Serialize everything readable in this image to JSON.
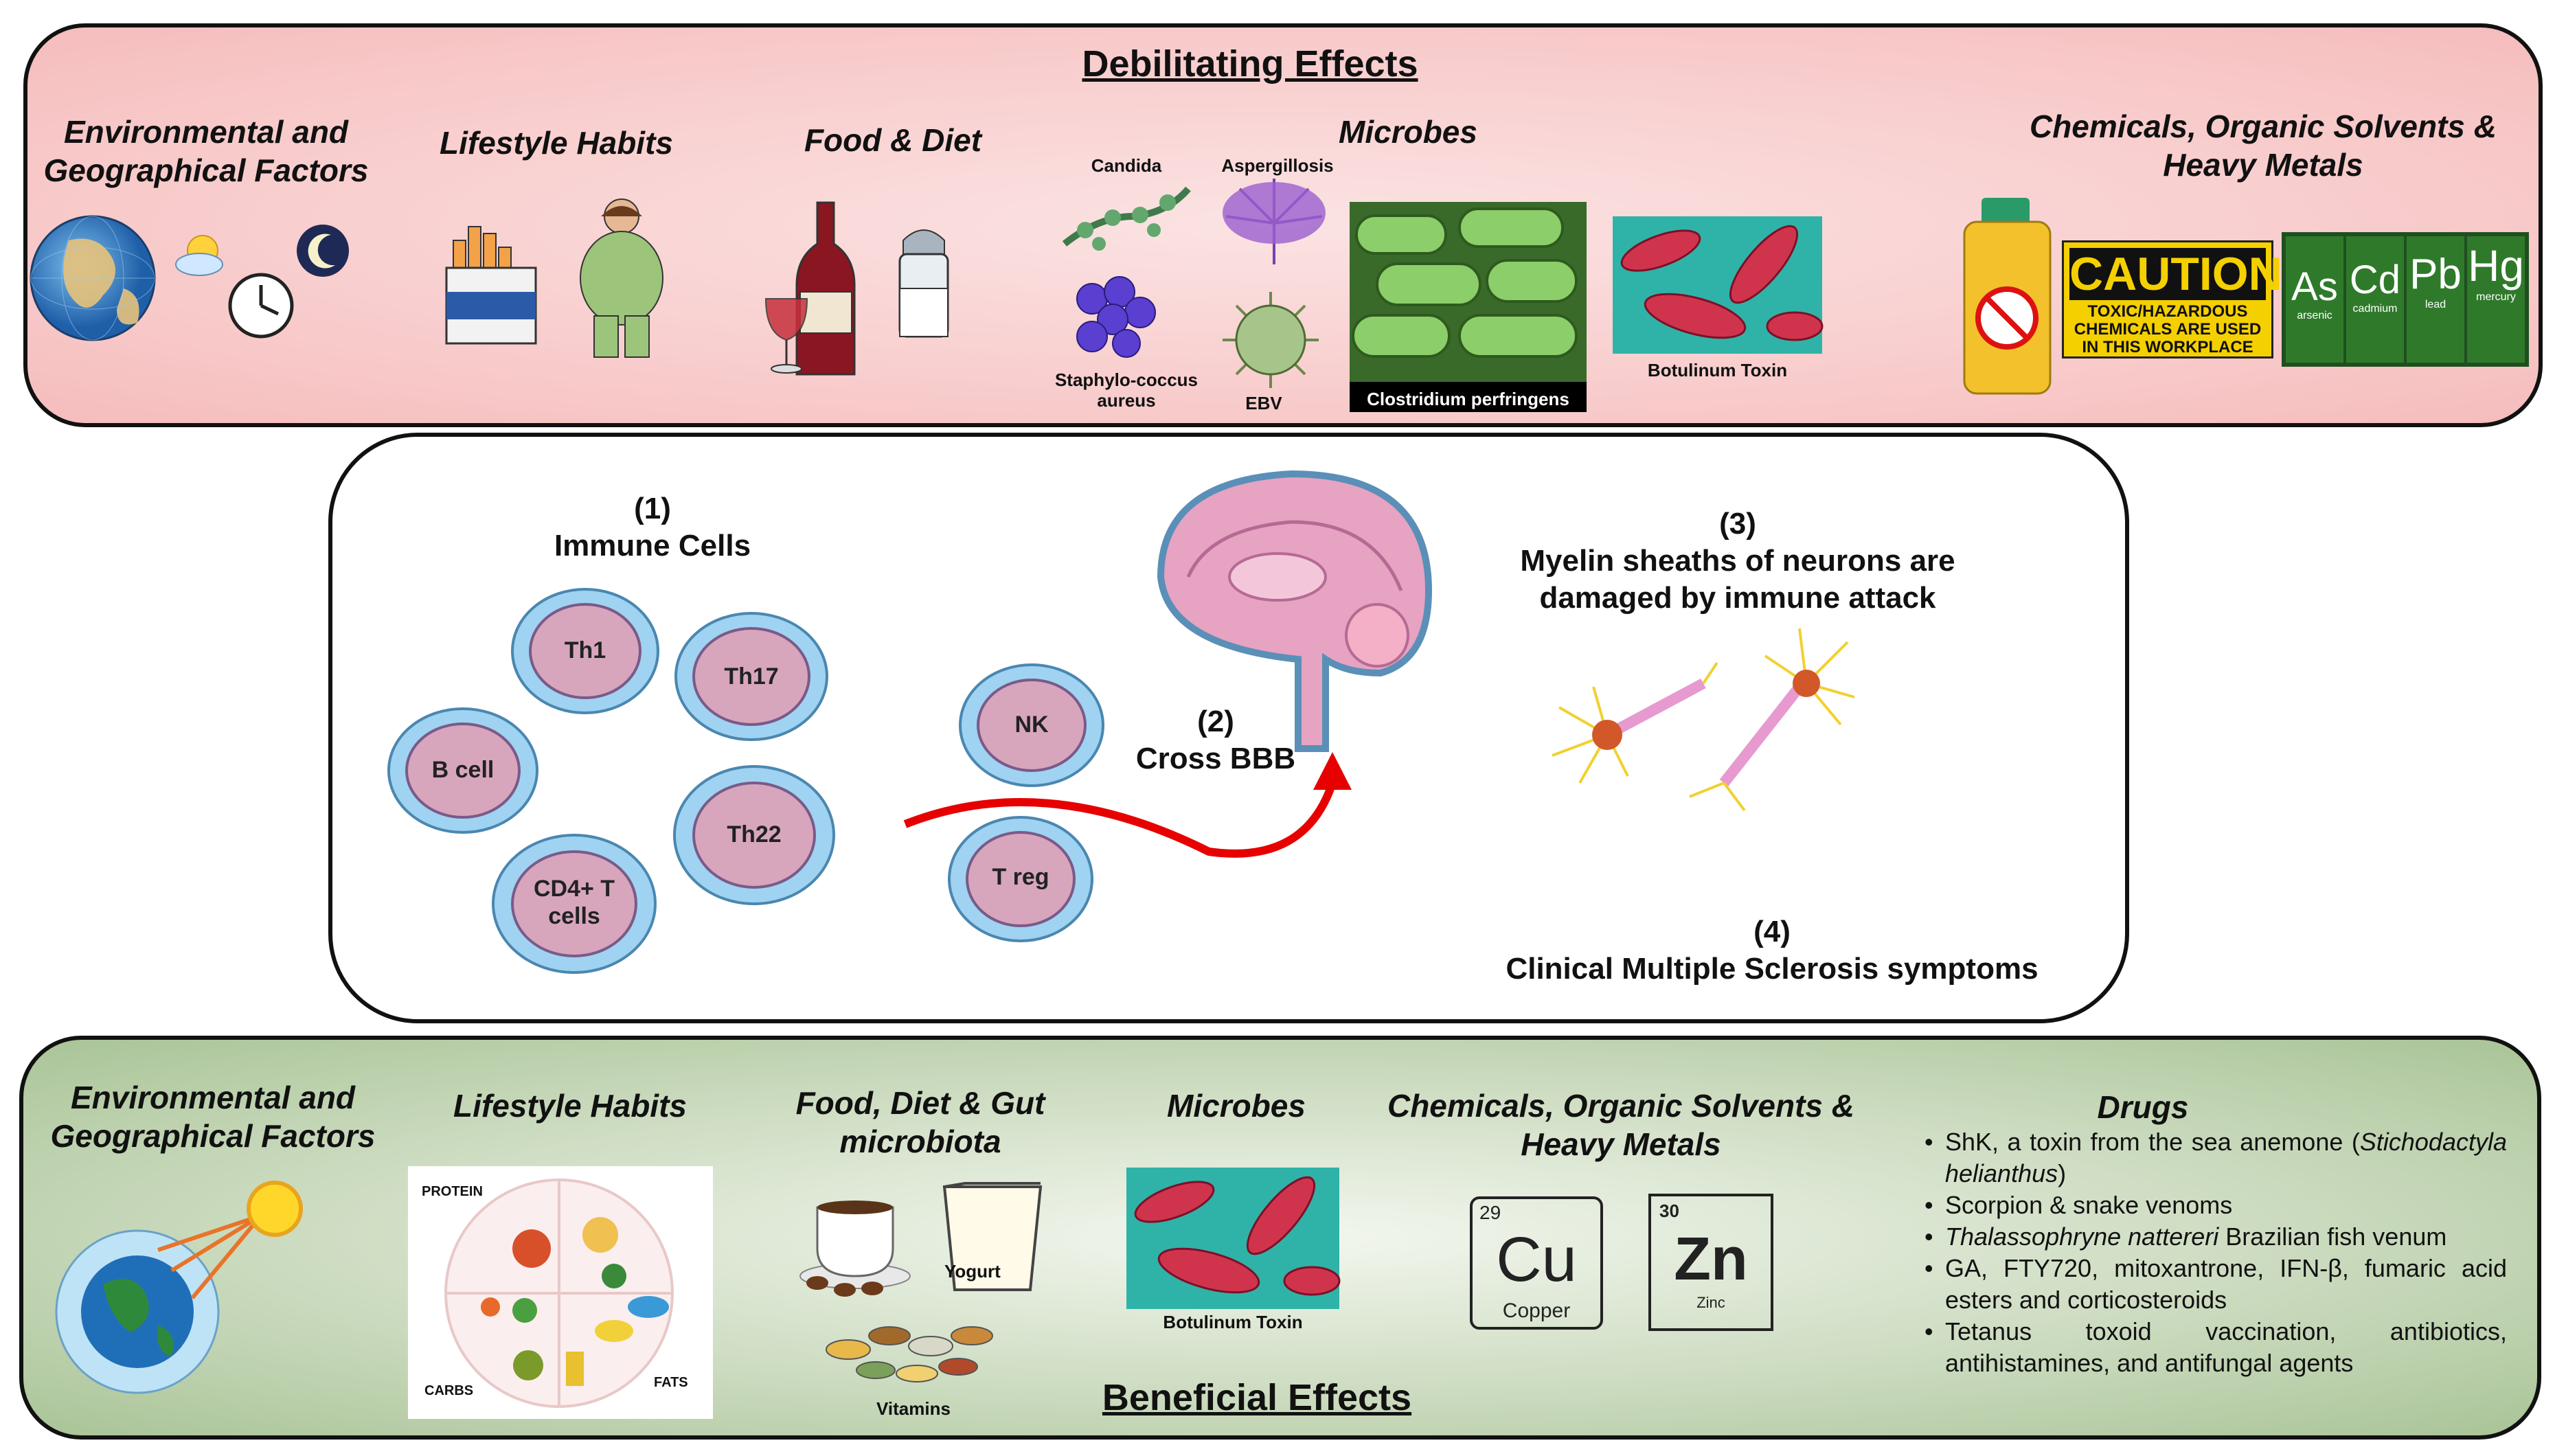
{
  "top": {
    "title": "Debilitating Effects",
    "env_header": "Environmental and Geographical  Factors",
    "lifestyle_header": "Lifestyle Habits",
    "food_header": "Food & Diet",
    "microbes_header": "Microbes",
    "chem_header": "Chemicals, Organic  Solvents & Heavy Metals",
    "microbes": {
      "candida": "Candida",
      "aspergillosis": "Aspergillosis",
      "staph": "Staphylo-coccus aureus",
      "ebv": "EBV",
      "clostridium": "Clostridium perfringens",
      "botulinum": "Botulinum Toxin"
    },
    "caution": {
      "word": "CAUTION",
      "line1": "TOXIC/HAZARDOUS",
      "line2": "CHEMICALS ARE USED",
      "line3": "IN THIS WORKPLACE"
    },
    "elements": [
      {
        "symbol": "As",
        "name": "arsenic"
      },
      {
        "symbol": "Cd",
        "name": "cadmium"
      },
      {
        "symbol": "Pb",
        "name": "lead"
      },
      {
        "symbol": "Hg",
        "name": "mercury"
      }
    ]
  },
  "middle": {
    "immune_num": "(1)",
    "immune_title": "Immune Cells",
    "cells": {
      "th1": "Th1",
      "th17": "Th17",
      "bcell": "B cell",
      "th22": "Th22",
      "cd4": "CD4+ T cells",
      "nk": "NK",
      "treg": "T reg"
    },
    "bbb_num": "(2)",
    "bbb_title": "Cross BBB",
    "myelin_num": "(3)",
    "myelin_line1": "Myelin sheaths of neurons are",
    "myelin_line2": "damaged by immune attack",
    "clinical_num": "(4)",
    "clinical_title": "Clinical Multiple  Sclerosis symptoms"
  },
  "bottom": {
    "title": "Beneficial Effects",
    "env_header": "Environmental and Geographical  Factors",
    "lifestyle_header": "Lifestyle Habits",
    "food_header": "Food, Diet & Gut microbiota",
    "microbes_header": "Microbes",
    "chem_header": "Chemicals, Organic  Solvents & Heavy Metals",
    "drugs_header": "Drugs",
    "plate": {
      "protein": "PROTEIN",
      "carbs": "CARBS",
      "fats": "FATS"
    },
    "yogurt": "Yogurt",
    "vitamins": "Vitamins",
    "botulinum": "Botulinum Toxin",
    "copper": {
      "number": "29",
      "symbol": "Cu",
      "name": "Copper"
    },
    "zinc": {
      "number": "30",
      "symbol": "Zn",
      "name": "Zinc"
    },
    "drugs": {
      "shk_a": "ShK, a toxin from the sea anemone (",
      "shk_italic": "Stichodactyla helianthus",
      "shk_b": ")",
      "scorpion": "Scorpion & snake venoms",
      "thal_italic": "Thalassophryne nattereri",
      "thal_rest": " Brazilian fish venum",
      "ga": "GA, FTY720, mitoxantrone, IFN-β, fumaric acid esters and corticosteroids",
      "tetanus": "Tetanus toxoid vaccination, antibiotics, antihistamines, and antifungal agents"
    }
  },
  "colors": {
    "top_bg": "#f8c9c9",
    "bottom_bg": "#b9d0a8",
    "cell_fill": "#d7a6bd",
    "cell_ring": "#8ec7e6",
    "arrow": "#e60000"
  }
}
